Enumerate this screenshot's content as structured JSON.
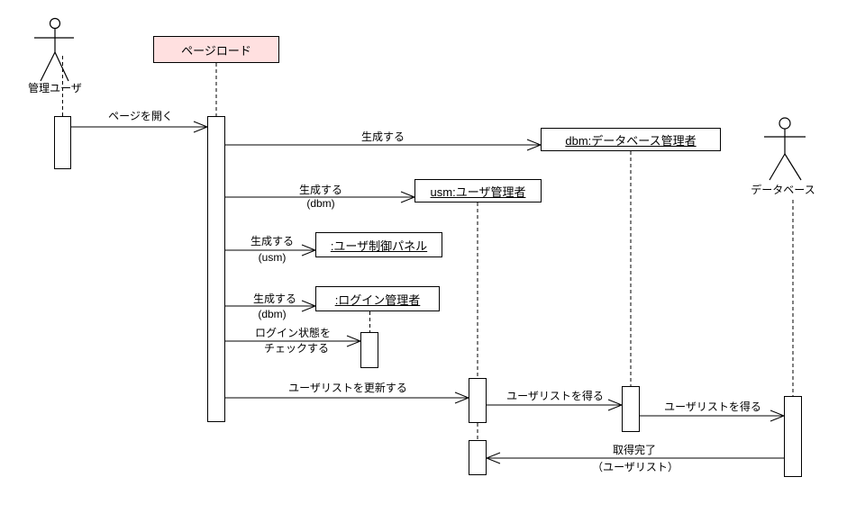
{
  "diagram_type": "uml-sequence",
  "actors": [
    {
      "label": "管理ユーザ"
    },
    {
      "label": "データベース"
    }
  ],
  "boxes": {
    "page_load": {
      "label": "ページロード"
    },
    "dbm": {
      "label": "dbm:データベース管理者"
    },
    "usm": {
      "label": "usm:ユーザ管理者"
    },
    "panel": {
      "label": ":ユーザ制御パネル"
    },
    "login": {
      "label": ":ログイン管理者"
    }
  },
  "messages": [
    {
      "label": "ページを開く"
    },
    {
      "label": "生成する"
    },
    {
      "label": "生成する",
      "arg": "(dbm)"
    },
    {
      "label": "生成する",
      "arg": "(usm)"
    },
    {
      "label": "生成する",
      "arg": "(dbm)"
    },
    {
      "label": "ログイン状態を",
      "label2": "チェックする"
    },
    {
      "label": "ユーザリストを更新する"
    },
    {
      "label": "ユーザリストを得る"
    },
    {
      "label": "ユーザリストを得る"
    },
    {
      "label": "取得完了",
      "arg": "（ユーザリスト）"
    }
  ],
  "colors": {
    "line": "#000000",
    "page_load_fill": "#ffe0e0",
    "object_fill": "#ffffff",
    "background": "#ffffff"
  }
}
